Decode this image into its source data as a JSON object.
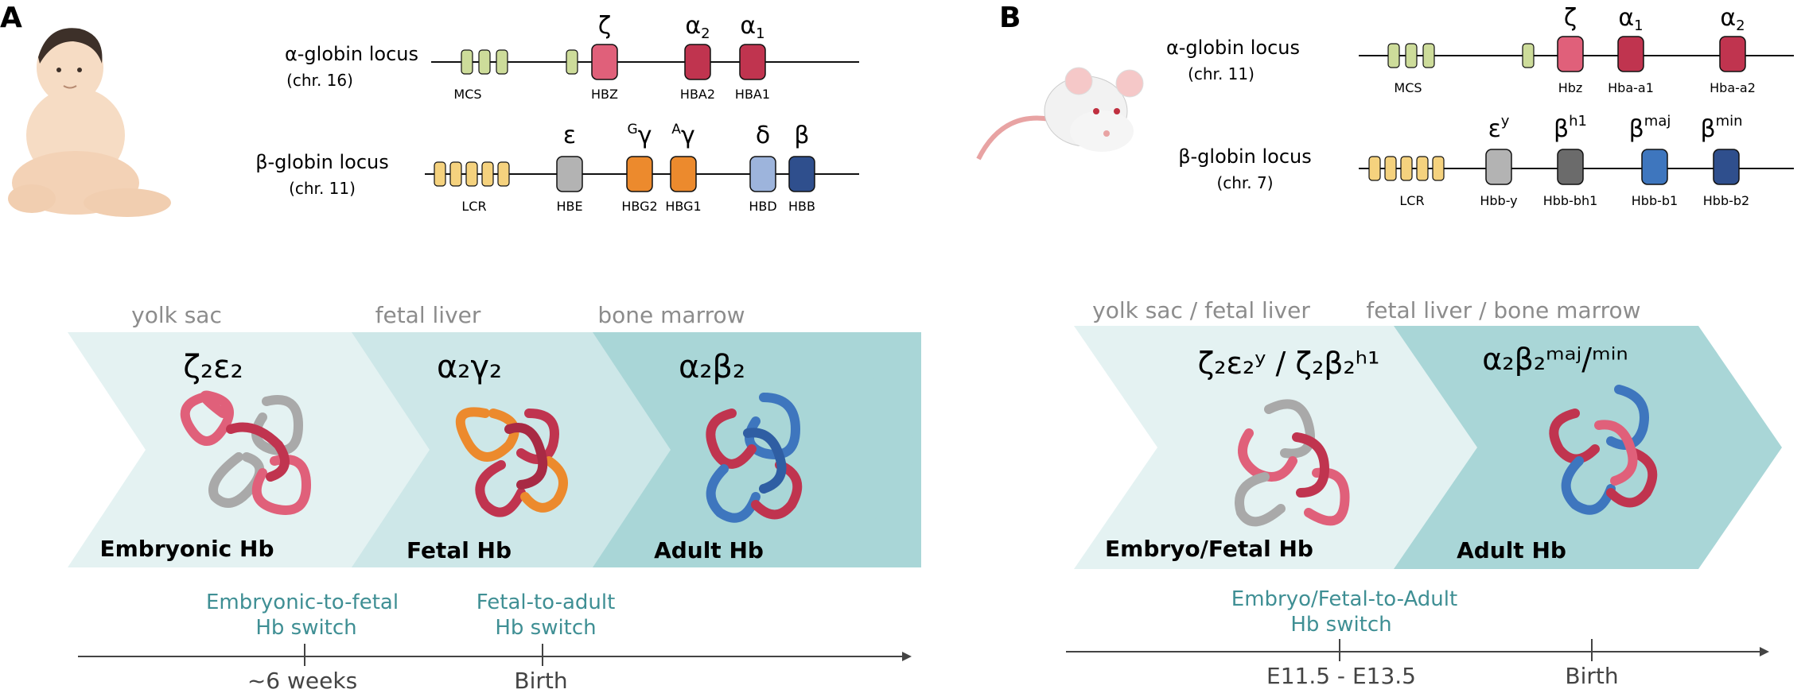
{
  "panels": [
    {
      "letter": "A",
      "alpha": {
        "title": "α-globin locus",
        "chrom": "(chr. 16)",
        "region": "MCS",
        "genes": [
          {
            "symbol": "ζ",
            "sub": "",
            "name": "HBZ",
            "color": "#e0607a"
          },
          {
            "symbol": "α",
            "sub": "2",
            "name": "HBA2",
            "color": "#c0344f"
          },
          {
            "symbol": "α",
            "sub": "1",
            "name": "HBA1",
            "color": "#c0344f"
          }
        ]
      },
      "beta": {
        "title": "β-globin locus",
        "chrom": "(chr. 11)",
        "region": "LCR",
        "genes": [
          {
            "pre": "",
            "symbol": "ε",
            "sup": "",
            "name": "HBE",
            "color": "#b3b3b3"
          },
          {
            "pre": "G",
            "symbol": "γ",
            "sup": "",
            "name": "HBG2",
            "color": "#ec8a2d"
          },
          {
            "pre": "A",
            "symbol": "γ",
            "sup": "",
            "name": "HBG1",
            "color": "#ec8a2d"
          },
          {
            "pre": "",
            "symbol": "δ",
            "sup": "",
            "name": "HBD",
            "color": "#9db4dc"
          },
          {
            "pre": "",
            "symbol": "β",
            "sup": "",
            "name": "HBB",
            "color": "#2f4f8d"
          }
        ]
      },
      "stages": [
        {
          "site": "yolk sac",
          "formula": "ζ₂ε₂",
          "label": "Embryonic Hb"
        },
        {
          "site": "fetal liver",
          "formula": "α₂γ₂",
          "label": "Fetal Hb"
        },
        {
          "site": "bone marrow",
          "formula": "α₂β₂",
          "label": "Adult Hb"
        }
      ],
      "switches": [
        {
          "line1": "Embryonic-to-fetal",
          "line2": "Hb switch",
          "time": "~6 weeks"
        },
        {
          "line1": "Fetal-to-adult",
          "line2": "Hb switch",
          "time": "Birth"
        }
      ]
    },
    {
      "letter": "B",
      "alpha": {
        "title": "α-globin locus",
        "chrom": "(chr. 11)",
        "region": "MCS",
        "genes": [
          {
            "symbol": "ζ",
            "sub": "",
            "name": "Hbz",
            "color": "#e0607a"
          },
          {
            "symbol": "α",
            "sub": "1",
            "name": "Hba-a1",
            "color": "#c0344f"
          },
          {
            "symbol": "α",
            "sub": "2",
            "name": "Hba-a2",
            "color": "#c0344f"
          }
        ]
      },
      "beta": {
        "title": "β-globin locus",
        "chrom": "(chr. 7)",
        "region": "LCR",
        "genes": [
          {
            "pre": "",
            "symbol": "ε",
            "sup": "y",
            "name": "Hbb-y",
            "color": "#b3b3b3"
          },
          {
            "pre": "",
            "symbol": "β",
            "sup": "h1",
            "name": "Hbb-bh1",
            "color": "#6b6b6b"
          },
          {
            "pre": "",
            "symbol": "β",
            "sup": "maj",
            "name": "Hbb-b1",
            "color": "#3e76be"
          },
          {
            "pre": "",
            "symbol": "β",
            "sup": "min",
            "name": "Hbb-b2",
            "color": "#2f4f8d"
          }
        ]
      },
      "stages": [
        {
          "site": "yolk sac / fetal liver",
          "formula": "ζ₂ε₂ʸ / ζ₂β₂ʰ¹",
          "label": "Embryo/Fetal Hb"
        },
        {
          "site": "fetal liver / bone marrow",
          "formula": "α₂β₂ᵐᵃʲ/ᵐⁱⁿ",
          "label": "Adult Hb"
        }
      ],
      "switches": [
        {
          "line1": "Embryo/Fetal-to-Adult",
          "line2": "Hb switch",
          "time": "E11.5 - E13.5"
        },
        {
          "line1": "",
          "line2": "",
          "time": "Birth"
        }
      ]
    }
  ],
  "colors": {
    "region_green": "#cddc9a",
    "region_yellow": "#f5d27e",
    "switch_text": "#3f8f94",
    "site_text": "#8c8c8c",
    "arrow_1": "#e4f2f2",
    "arrow_2": "#cde7e8",
    "arrow_3": "#a9d6d7"
  }
}
